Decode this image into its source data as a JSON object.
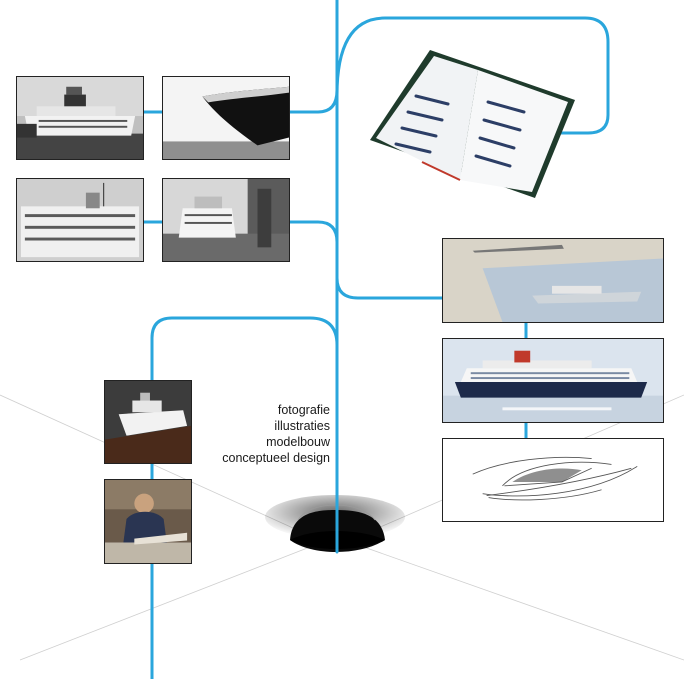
{
  "tagline": [
    "fotografie",
    "illustraties",
    "modelbouw",
    "conceptueel design"
  ],
  "colors": {
    "line": "#2aa6dc",
    "frame": "#222222"
  },
  "photos": [
    {
      "name": "photo-cruise-ship-harbor"
    },
    {
      "name": "photo-ship-bow-grayscale"
    },
    {
      "name": "photo-ship-deck-grayscale"
    },
    {
      "name": "photo-ship-in-dock"
    },
    {
      "name": "photo-open-catalog-book"
    },
    {
      "name": "photo-ship-model-on-table"
    },
    {
      "name": "photo-ship-illustration"
    },
    {
      "name": "photo-yacht-sketch"
    },
    {
      "name": "photo-ship-model-base"
    },
    {
      "name": "photo-model-builder"
    }
  ]
}
